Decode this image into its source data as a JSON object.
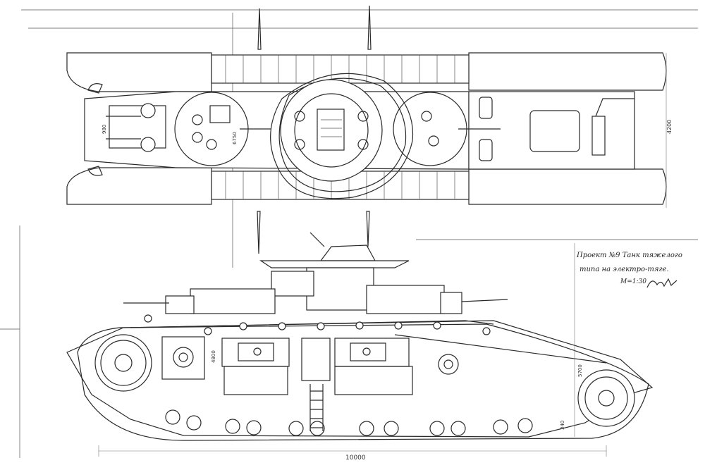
{
  "title_block": {
    "line1": "Проект №9 Танк тяжелого",
    "line2": "типа на электро-тяге.",
    "scale": "М=1:30",
    "signature": "signature"
  },
  "dimensions": {
    "hull_length": "10000",
    "plan_width": "4200",
    "turret_dim": "6750",
    "plan_small": "980",
    "height": "5700",
    "hull_height": "4800",
    "clearance": "340"
  },
  "colors": {
    "line": "#2a2a2a",
    "paper": "#ffffff"
  }
}
